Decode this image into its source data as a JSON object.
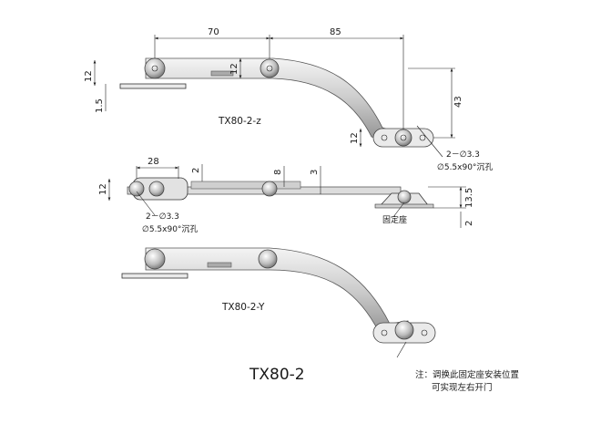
{
  "dimensions": {
    "top_span_70": "70",
    "top_span_85": "85",
    "left_height_12": "12",
    "left_thickness_1_5": "1.5",
    "mid_height_12": "12",
    "drop_43": "43",
    "right_height_12": "12",
    "mid_span_28": "28",
    "mid_left_12": "12",
    "mid_gap_2": "2",
    "mid_height_8": "8",
    "mid_thickness_3": "3",
    "mid_right_13_5": "13.5",
    "mid_right_2": "2"
  },
  "callouts": {
    "top_holes": "2－∅3.3",
    "top_countersink": "∅5.5x90°沉孔",
    "mid_holes": "2－∅3.3",
    "mid_countersink": "∅5.5x90°沉孔",
    "mount_base": "固定座"
  },
  "views": {
    "z_label": "TX80-2-z",
    "y_label": "TX80-2-Y"
  },
  "model": "TX80-2",
  "note": {
    "line1": "注：调换此固定座安装位置",
    "line2": "可实现左右开门"
  }
}
